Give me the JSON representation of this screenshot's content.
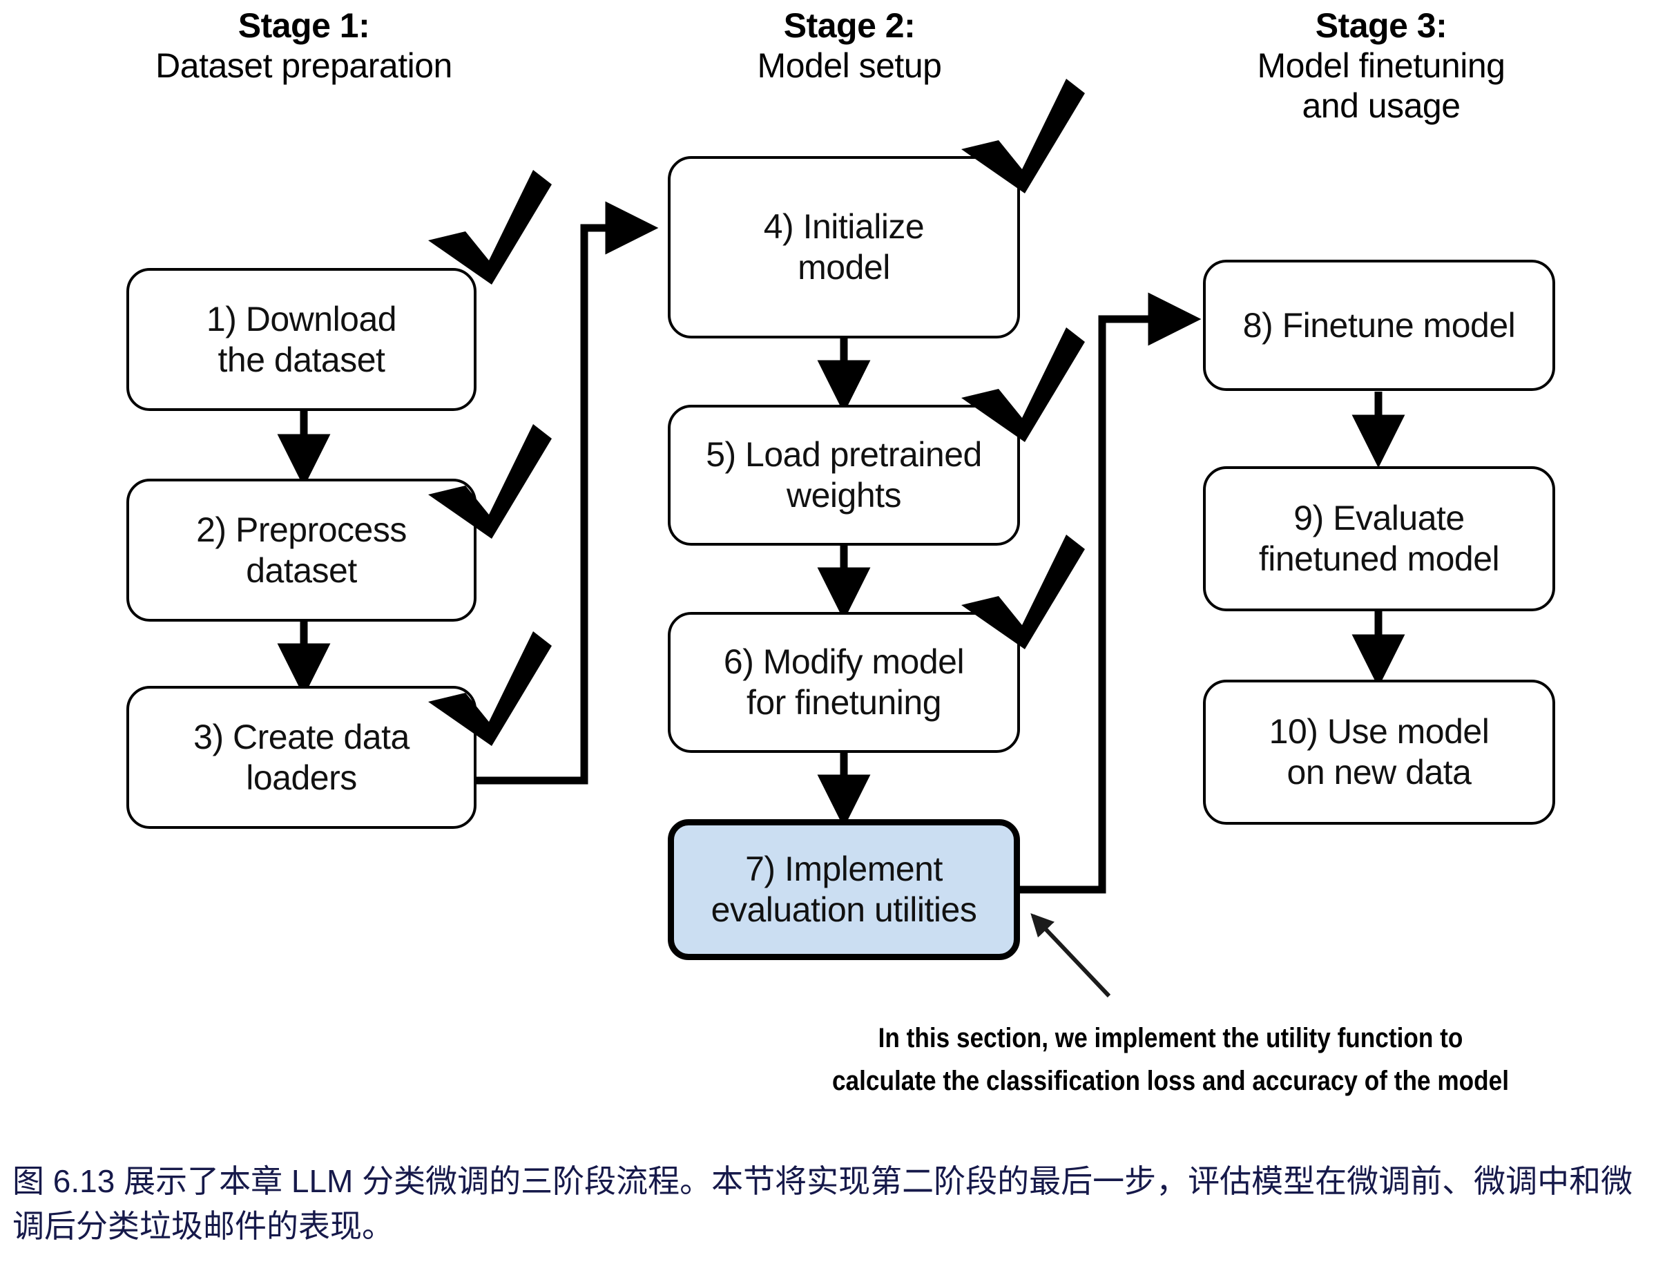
{
  "figure": {
    "type": "flowchart",
    "orientation": "left-to-right, three columns",
    "stages": [
      {
        "title": "Stage 1:",
        "subtitle": "Dataset preparation"
      },
      {
        "title": "Stage 2:",
        "subtitle": "Model setup"
      },
      {
        "title": "Stage 3:",
        "subtitle": "Model finetuning\nand usage"
      }
    ],
    "stage3_subtitle_line1": "Model finetuning",
    "stage3_subtitle_line2": "and usage",
    "nodes": [
      {
        "id": 1,
        "stage": 1,
        "line1": "1) Download",
        "line2": "the dataset",
        "checked": true,
        "highlighted": false
      },
      {
        "id": 2,
        "stage": 1,
        "line1": "2) Preprocess",
        "line2": "dataset",
        "checked": true,
        "highlighted": false
      },
      {
        "id": 3,
        "stage": 1,
        "line1": "3) Create data",
        "line2": "loaders",
        "checked": true,
        "highlighted": false
      },
      {
        "id": 4,
        "stage": 2,
        "line1": "4) Initialize",
        "line2": "model",
        "checked": true,
        "highlighted": false
      },
      {
        "id": 5,
        "stage": 2,
        "line1": "5) Load pretrained",
        "line2": "weights",
        "checked": true,
        "highlighted": false
      },
      {
        "id": 6,
        "stage": 2,
        "line1": "6) Modify model",
        "line2": "for finetuning",
        "checked": true,
        "highlighted": false
      },
      {
        "id": 7,
        "stage": 2,
        "line1": "7) Implement",
        "line2": "evaluation utilities",
        "checked": false,
        "highlighted": true
      },
      {
        "id": 8,
        "stage": 3,
        "line1": "8) Finetune model",
        "line2": "",
        "checked": false,
        "highlighted": false
      },
      {
        "id": 9,
        "stage": 3,
        "line1": "9) Evaluate",
        "line2": "finetuned model",
        "checked": false,
        "highlighted": false
      },
      {
        "id": 10,
        "stage": 3,
        "line1": "10) Use model",
        "line2": "on new data",
        "checked": false,
        "highlighted": false
      }
    ],
    "annotation": {
      "line1": "In this section, we implement the utility function to",
      "line2": "calculate the classification loss and accuracy of the model",
      "points_to_node": 7
    },
    "caption": "图 6.13 展示了本章 LLM 分类微调的三阶段流程。本节将实现第二阶段的最后一步，评估模型在微调前、微调中和微调后分类垃圾邮件的表现。",
    "colors": {
      "highlight_fill": "#cbdef2",
      "stroke": "#000000",
      "box_fill": "#ffffff",
      "caption_text": "#16194a",
      "background": "#ffffff"
    }
  }
}
